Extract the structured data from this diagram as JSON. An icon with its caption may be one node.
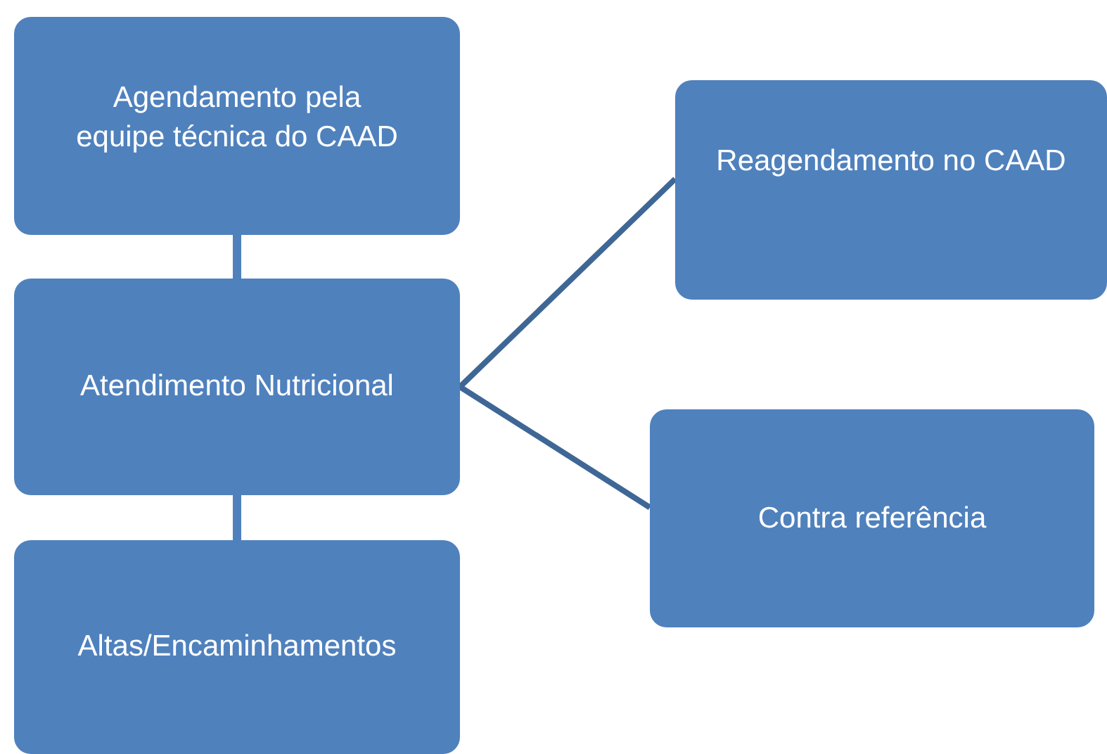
{
  "diagram": {
    "nodes": [
      {
        "text": [
          "Agendamento pela equipe técnica do CAAD"
        ]
      },
      {
        "text": [
          "Atendimento Nutricional"
        ]
      },
      {
        "text": [
          "Altas/Encaminhamentos"
        ]
      },
      {
        "text": [
          "Reagendamento no CAAD"
        ]
      },
      {
        "text": [
          "Contra referência"
        ]
      }
    ],
    "edges": [
      {
        "from": 0,
        "to": 1,
        "arrow": "none"
      },
      {
        "from": 1,
        "to": 2,
        "arrow": "none"
      },
      {
        "from": 1,
        "to": 3,
        "arrow": "none"
      },
      {
        "from": 1,
        "to": 4,
        "arrow": "none"
      }
    ]
  }
}
